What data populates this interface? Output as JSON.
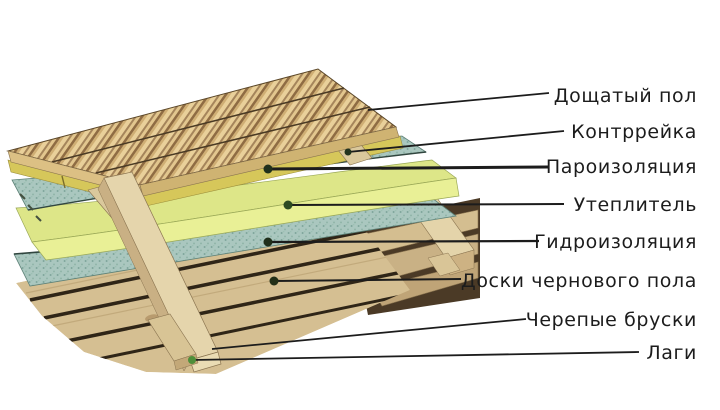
{
  "figure": {
    "labels": [
      {
        "text": "Дощатый пол"
      },
      {
        "text": "Контррейка"
      },
      {
        "text": "Пароизоляция"
      },
      {
        "text": "Утеплитель"
      },
      {
        "text": "Гидроизоляция"
      },
      {
        "text": "Доски чернового пола"
      },
      {
        "text": "Черепые бруски"
      },
      {
        "text": "Лаги"
      }
    ]
  },
  "colors": {
    "background": "#ffffff",
    "text": "#1c1c1c",
    "leader_line": "#1c1c1c",
    "leader_dot": "#22331e",
    "leader_dot_green": "#4e8f3a",
    "plank_wood": "#e9d09a",
    "plank_grain": "#8f6c43",
    "counter_batten_yellow": "#d6c75a",
    "membrane_teal": "#aac7bf",
    "insulation_yellow_green": "#e9f096",
    "subfloor_wood": "#d5bf92",
    "joist_wood": "#e5d5ac",
    "shadow_brown": "#4b3a26"
  }
}
